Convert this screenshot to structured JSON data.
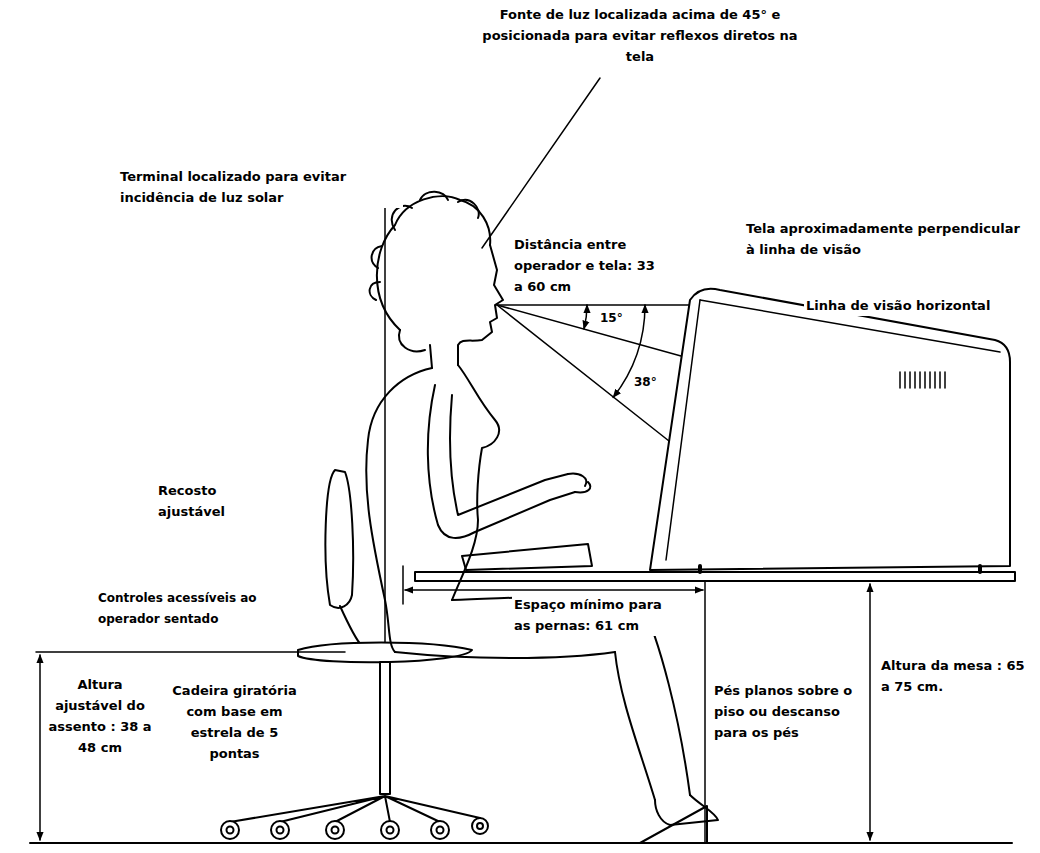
{
  "diagram": {
    "labels": [
      "Fonte de luz localizada acima de 45° e posicionada para evitar reflexos diretos na tela",
      "Terminal localizado para evitar incidência de luz solar",
      "Distância entre operador e tela: 33 a 60 cm",
      "Tela aproximadamente perpendicular à linha de visão",
      "Linha de visão horizontal",
      "15°",
      "38°",
      "Recosto ajustável",
      "Controles acessíveis ao operador sentado",
      "Espaço mínimo para as pernas: 61 cm",
      "Altura da mesa : 65 a 75 cm.",
      "Altura ajustável do assento : 38 a 48 cm",
      "Cadeira giratória com base em estrela de 5 pontas",
      "Pés planos sobre o piso ou descanso para os pés"
    ]
  }
}
